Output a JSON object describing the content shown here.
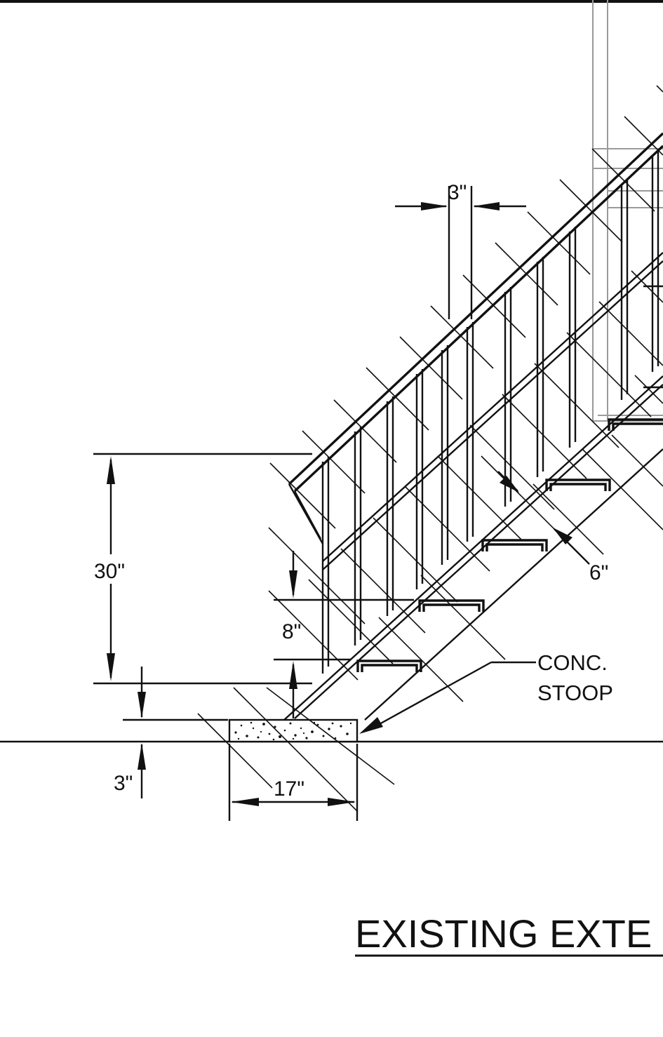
{
  "drawing": {
    "title": "EXISTING EXTE",
    "dimensions": {
      "rail_height": "30\"",
      "riser": "8\"",
      "stoop_thickness": "3\"",
      "stoop_width": "17\"",
      "post_width": "3\"",
      "tread_depth": "6\""
    },
    "notes": {
      "stoop_line1": "CONC.",
      "stoop_line2": "STOOP"
    }
  }
}
